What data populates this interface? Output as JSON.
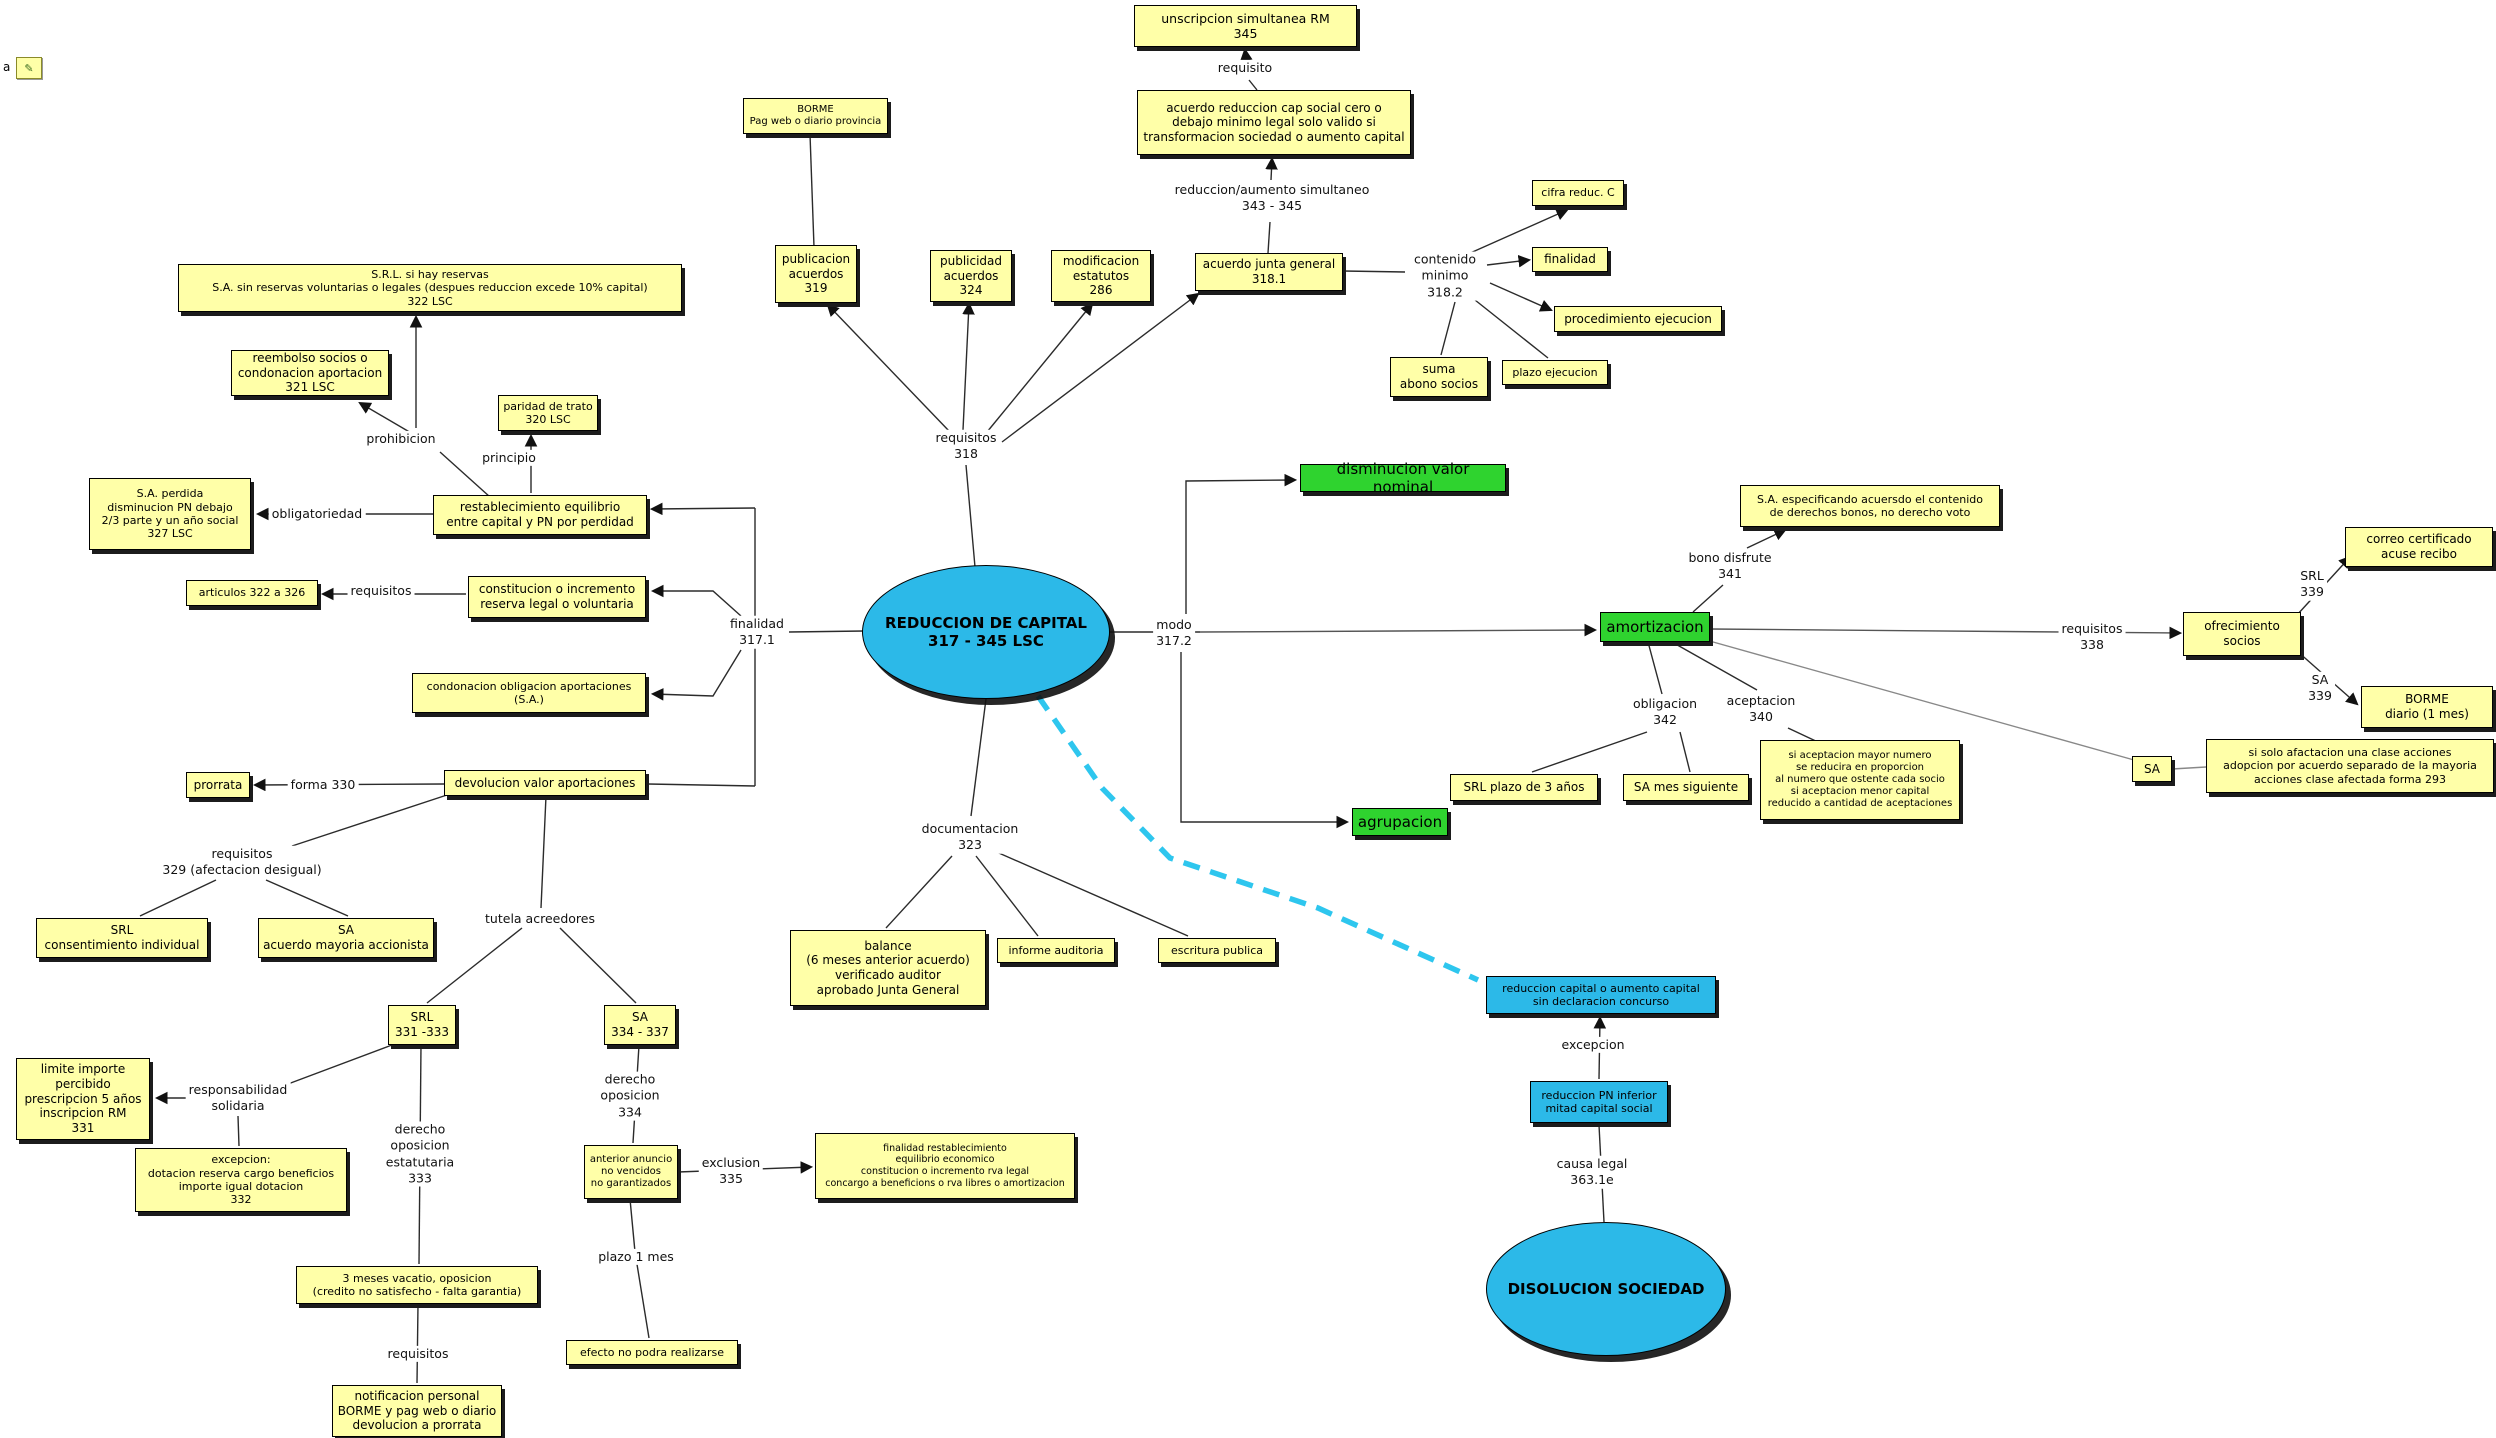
{
  "annotation": {
    "label": "a",
    "icon": "pencil-icon"
  },
  "colors": {
    "concept_fill": "#ffffa8",
    "mode_fill": "#2fd32f",
    "main_fill": "#2cb9e8",
    "shadow": "#1c1c1c",
    "dashed_link": "#2ec6ee"
  },
  "nodes": {
    "main_oval": {
      "text": "REDUCCION DE CAPITAL\n317 - 345 LSC"
    },
    "disolucion_oval": {
      "text": "DISOLUCION SOCIEDAD"
    },
    "unscripcion_rm": {
      "text": "unscripcion simultanea RM\n345"
    },
    "acuerdo_cero": {
      "text": "acuerdo reduccion cap social cero o\ndebajo minimo legal solo valido si\ntransformacion sociedad o aumento capital"
    },
    "borme_prov": {
      "text": "BORME\nPag web o diario provincia"
    },
    "publicacion_319": {
      "text": "publicacion\nacuerdos\n319"
    },
    "publicidad_324": {
      "text": "publicidad\nacuerdos\n324"
    },
    "modificacion_286": {
      "text": "modificacion\nestatutos\n286"
    },
    "acuerdo_junta": {
      "text": "acuerdo junta general\n318.1"
    },
    "cifra_reduc": {
      "text": "cifra reduc. C"
    },
    "finalidad_box": {
      "text": "finalidad"
    },
    "procedimiento": {
      "text": "procedimiento ejecucion"
    },
    "plazo_ejecucion": {
      "text": "plazo ejecucion"
    },
    "suma_abono": {
      "text": "suma\nabono socios"
    },
    "srl_reservas": {
      "text": "S.R.L. si hay reservas\nS.A. sin reservas voluntarias o legales (despues reduccion excede 10% capital)\n322 LSC"
    },
    "reembolso": {
      "text": "reembolso socios o\ncondonacion aportacion\n321 LSC"
    },
    "paridad": {
      "text": "paridad de trato\n320 LSC"
    },
    "restablecimiento": {
      "text": "restablecimiento equilibrio\nentre capital y PN por perdidad"
    },
    "sa_perdida": {
      "text": "S.A. perdida\ndisminucion PN debajo\n2/3 parte y un año social\n327 LSC"
    },
    "articulos": {
      "text": "articulos 322 a 326"
    },
    "constitucion": {
      "text": "constitucion o incremento\nreserva legal o voluntaria"
    },
    "condonacion": {
      "text": "condonacion obligacion aportaciones\n(S.A.)"
    },
    "prorrata": {
      "text": "prorrata"
    },
    "devolucion": {
      "text": "devolucion valor aportaciones"
    },
    "srl_consent": {
      "text": "SRL\nconsentimiento individual"
    },
    "sa_mayoria": {
      "text": "SA\nacuerdo mayoria accionista"
    },
    "srl_331": {
      "text": "SRL\n331 -333"
    },
    "sa_334": {
      "text": "SA\n334 - 337"
    },
    "limite": {
      "text": "limite importe\npercibido\nprescripcion 5 años\ninscripcion RM\n331"
    },
    "excepcion_332": {
      "text": "excepcion:\ndotacion reserva cargo beneficios\nimporte igual dotacion\n332"
    },
    "tres_meses": {
      "text": "3 meses vacatio, oposicion\n(credito no satisfecho - falta garantia)"
    },
    "notificacion": {
      "text": "notificacion personal\nBORME y pag web o diario\ndevolucion a prorrata"
    },
    "anterior_anuncio": {
      "text": "anterior anuncio\nno vencidos\nno garantizados"
    },
    "finalidad_rest": {
      "text": "finalidad restablecimiento\nequilibrio economico\nconstitucion o incremento rva legal\nconcargo a beneficions o rva libres o amortizacion"
    },
    "efecto": {
      "text": "efecto no podra realizarse"
    },
    "balance": {
      "text": "balance\n(6 meses anterior acuerdo)\nverificado auditor\naprobado Junta General"
    },
    "informe": {
      "text": "informe auditoria"
    },
    "escritura": {
      "text": "escritura publica"
    },
    "disminucion": {
      "text": "disminucion valor nominal"
    },
    "amortizacion": {
      "text": "amortizacion"
    },
    "agrupacion": {
      "text": "agrupacion"
    },
    "sa_espec": {
      "text": "S.A. especificando acuersdo el contenido\nde derechos bonos, no derecho voto"
    },
    "srl_plazo3": {
      "text": "SRL plazo de 3 años"
    },
    "sa_mes": {
      "text": "SA mes siguiente"
    },
    "si_aceptacion": {
      "text": "si aceptacion mayor numero\nse reducira en proporcion\nal numero que ostente cada socio\nsi aceptacion menor capital\nreducido a cantidad de aceptaciones"
    },
    "ofrecimiento": {
      "text": "ofrecimiento\nsocios"
    },
    "correo": {
      "text": "correo certificado\nacuse recibo"
    },
    "borme_diario": {
      "text": "BORME\ndiario (1 mes)"
    },
    "sa_small": {
      "text": "SA"
    },
    "si_solo": {
      "text": "si solo afactacion una clase acciones\nadopcion por acuerdo separado de la mayoria\nacciones clase afectada forma 293"
    },
    "concurso": {
      "text": "reduccion capital o aumento capital\nsin declaracion concurso"
    },
    "pn_inferior": {
      "text": "reduccion PN inferior\nmitad capital social"
    }
  },
  "labels": {
    "requisito": {
      "text": "requisito"
    },
    "red_aum": {
      "text": "reduccion/aumento simultaneo\n343 - 345"
    },
    "contenido": {
      "text": "contenido\nminimo\n318.2"
    },
    "requisitos_318": {
      "text": "requisitos\n318"
    },
    "prohibicion": {
      "text": "prohibicion"
    },
    "principio": {
      "text": "principio"
    },
    "obligatoriedad": {
      "text": "obligatoriedad"
    },
    "requisitos_l": {
      "text": "requisitos"
    },
    "finalidad_317": {
      "text": "finalidad\n317.1"
    },
    "modo_317": {
      "text": "modo\n317.2"
    },
    "documentacion": {
      "text": "documentacion\n323"
    },
    "forma_330": {
      "text": "forma 330"
    },
    "requisitos_329": {
      "text": "requisitos\n329 (afectacion desigual)"
    },
    "tutela": {
      "text": "tutela acreedores"
    },
    "responsabilidad": {
      "text": "responsabilidad\nsolidaria"
    },
    "derecho_estatutaria": {
      "text": "derecho\noposicion\nestatutaria\n333"
    },
    "requisitos_b": {
      "text": "requisitos"
    },
    "derecho_334": {
      "text": "derecho\noposicion\n334"
    },
    "exclusion": {
      "text": "exclusion\n335"
    },
    "plazo_1mes": {
      "text": "plazo 1 mes"
    },
    "bono": {
      "text": "bono disfrute\n341"
    },
    "obligacion": {
      "text": "obligacion\n342"
    },
    "aceptacion": {
      "text": "aceptacion\n340"
    },
    "requisitos_338": {
      "text": "requisitos\n338"
    },
    "srl_339": {
      "text": "SRL\n339"
    },
    "sa_339": {
      "text": "SA\n339"
    },
    "excepcion": {
      "text": "excepcion"
    },
    "causa_legal": {
      "text": "causa legal\n363.1e"
    }
  }
}
